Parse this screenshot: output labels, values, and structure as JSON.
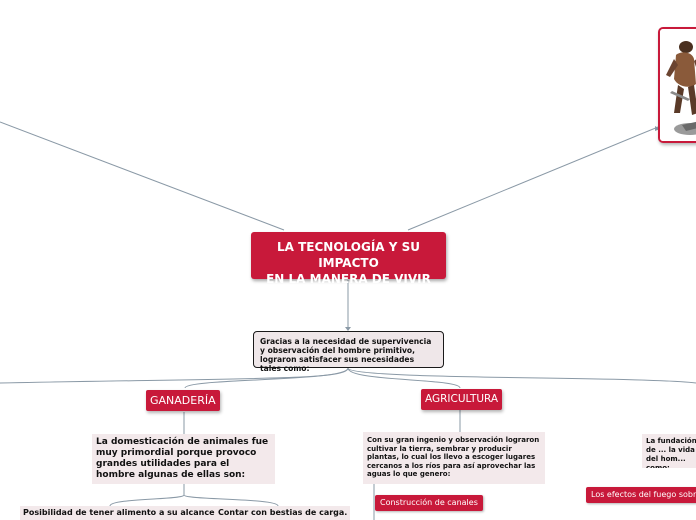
{
  "root": {
    "line1": "LA TECNOLOGÍA Y SU IMPACTO",
    "line2": "EN LA MANERA DE VIVIR"
  },
  "main_node": {
    "text": "Gracias a la necesidad de supervivencia y observación del hombre primitivo, lograron satisfacer sus necesidades tales como:"
  },
  "branches": {
    "ganaderia": {
      "label": "GANADERÍA",
      "text": "La domesticación de animales fue muy primordial porque provoco grandes utilidades para el hombre algunas de ellas son:",
      "items": [
        "Posibilidad de tener alimento a su alcance",
        "Contar con bestias de carga."
      ]
    },
    "agricultura": {
      "label": "AGRICULTURA",
      "text": "Con su gran ingenio y observación lograron cultivar la tierra, sembrar y producir plantas, lo cual los llevo a escoger lugares cercanos a los ríos para así aprovechar las aguas lo que genero:",
      "subtopic": "Construcción de canales"
    },
    "fuego": {
      "text": "La fundación de ... la vida del hom... como:",
      "subtopic": "Los efectos del fuego sobre el..."
    }
  },
  "colors": {
    "accent": "#c8193a",
    "pale": "#f3e9eb",
    "line": "#8a99a6"
  },
  "image": {
    "name": "primitive-man-illustration"
  }
}
